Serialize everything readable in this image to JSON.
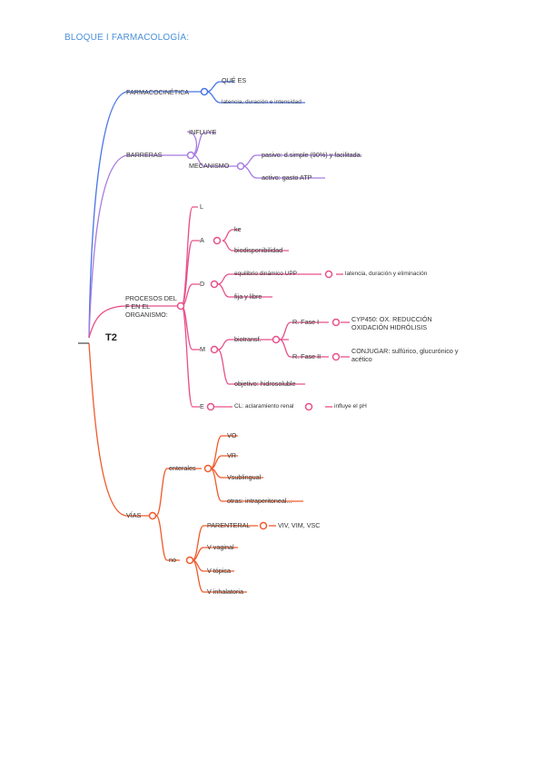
{
  "title": "BLOQUE I FARMACOLOGÍA:",
  "root": "T2",
  "colors": {
    "blue": "#4a74e8",
    "purple": "#a77be0",
    "pink": "#e8508a",
    "orange": "#f05a2a",
    "title": "#4a90d9"
  },
  "nodes": {
    "farmacocinetica": "FARMACOCINÉTICA",
    "que_es": "QUÉ ES",
    "que_es_desc": "latencia, duración e intensidad",
    "barreras": "BARRERAS",
    "influye": "INFLUYE",
    "mecanismo": "MECANISMO",
    "pasivo": "pasivo: d.simple (90%) y facilitada.",
    "activo": "activo: gasto ATP",
    "procesos": "PROCESOS DEL F EN EL ORGANISMO:",
    "l": "L",
    "a": "A",
    "ke": "ke",
    "biodisponibilidad": "biodisponibilidad",
    "d": "D",
    "equilibrio": "equilibrio dinámico UPP",
    "equilibrio_next": "latencia, duración y eliminación",
    "fija": "fija y libre",
    "m": "M",
    "biotransf": "biotransf.",
    "fase1": "R. Fase I",
    "fase1_next": "CYP450: OX. REDUCCIÓN OXIDACIÓN HIDRÓLISIS",
    "fase2": "R. Fase II",
    "fase2_next": "CONJUGAR: sulfúrico, glucurónico y acético",
    "objetivo": "objetivo: hidrosoluble",
    "e": "E",
    "cl": "CL: aclaramiento renal",
    "cl_next": "influye el pH",
    "vias": "VÍAS",
    "enterales": "enterales",
    "vo": "VO",
    "vr": "VR",
    "vsublingual": "Vsublingual",
    "otras": "otras: intraperitoneal...",
    "no": "no",
    "parenteral": "PARENTERAL",
    "parenteral_next": "VIV, VIM, VSC",
    "vvaginal": "V vaginal",
    "vtopica": "V tópica",
    "vinhalatoria": "V inhalatoria"
  }
}
